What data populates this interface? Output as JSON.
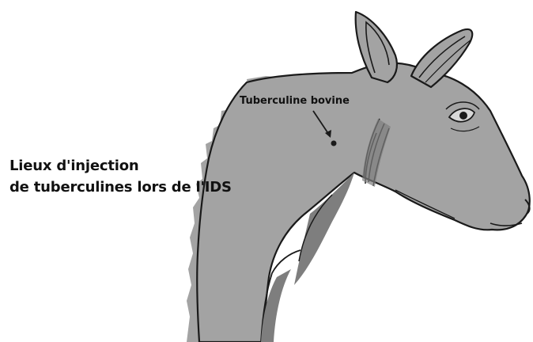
{
  "caption": {
    "line1": "Lieux d'injection",
    "line2": "de tuberculines lors de l'IDS"
  },
  "injection_sites": [
    {
      "label": "Tuberculine bovine"
    }
  ],
  "colors": {
    "body_fill": "#a3a3a3",
    "outline": "#1a1a1a",
    "shadow": "#7e7e7e",
    "text": "#111111"
  }
}
